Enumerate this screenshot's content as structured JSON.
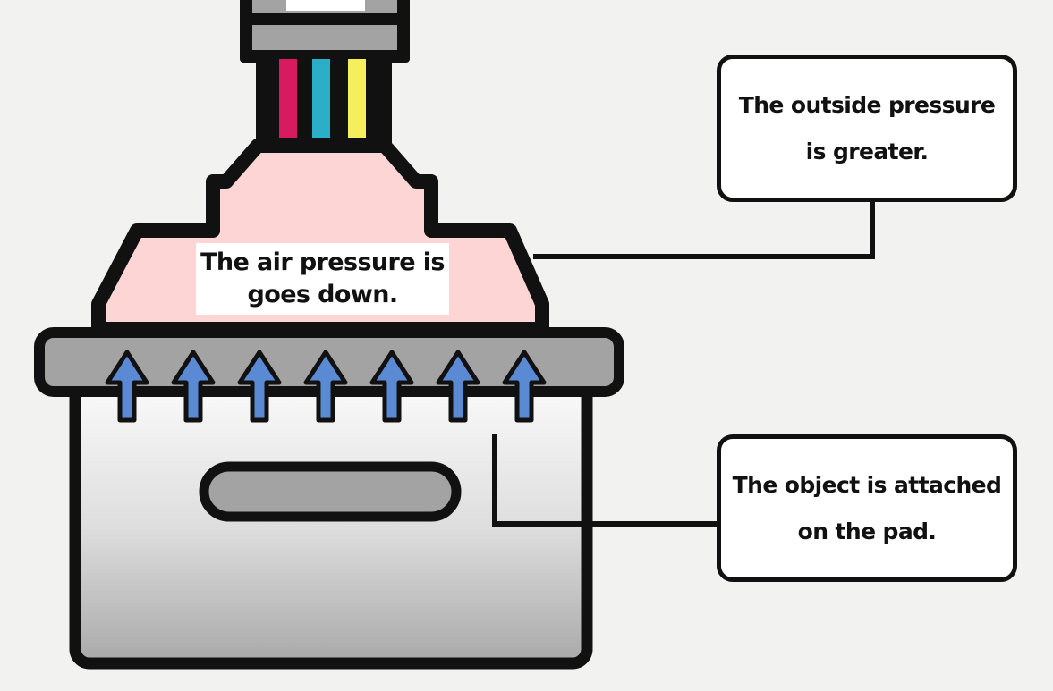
{
  "labels": {
    "inner": {
      "line1": "The air pressure is",
      "line2": "goes down."
    },
    "outside_pressure": {
      "line1": "The outside pressure",
      "line2": "is greater."
    },
    "object_attached": {
      "line1": "The object is attached",
      "line2": "on the pad."
    }
  },
  "colors": {
    "background": "#f2f2f1",
    "outline": "#111111",
    "suction_cup": "#fdd5d5",
    "pad_rim": "#a3a3a3",
    "arrow": "#5b8ad4",
    "wire_magenta": "#d81b60",
    "wire_cyan": "#2bafc9",
    "wire_yellow": "#f6ee5c"
  },
  "icons": {
    "arrow": "up-arrow-icon"
  }
}
